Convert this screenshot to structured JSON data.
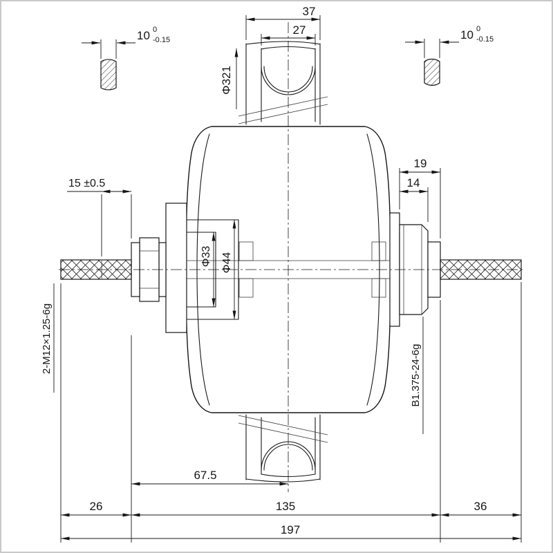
{
  "canvas": {
    "background": "#ffffff",
    "line_color": "#161616",
    "border_color": "#c9c9c9",
    "description": "Hub motor wheel section drawing with axle and thread dimensions"
  },
  "dimensions": {
    "rim": {
      "outer_width": "37",
      "inner_width": "27",
      "diameter": "Φ321"
    },
    "axle_section_left": {
      "across_flats": "10",
      "tol_upper": "0",
      "tol_lower": "-0.15"
    },
    "axle_section_right": {
      "across_flats": "10",
      "tol_upper": "0",
      "tol_lower": "-0.15"
    },
    "left_offset": "15 ±0.5",
    "hub": {
      "bore": "Φ33",
      "boss": "Φ44"
    },
    "right_side": {
      "outer": "19",
      "inner": "14"
    },
    "axle_thread_left": "2-M12×1.25-6g",
    "freewheel_thread_right": "B1.375-24-6g",
    "center_to_locknut": "67.5",
    "axle_left": "26",
    "over_locknuts": "135",
    "axle_right": "36",
    "overall": "197"
  }
}
